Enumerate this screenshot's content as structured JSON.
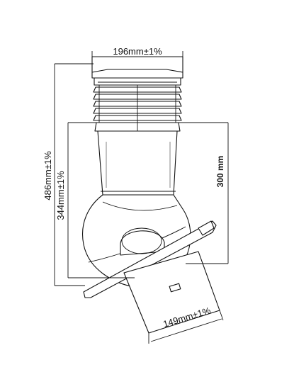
{
  "dimensions": {
    "top_width": "196mm±1%",
    "total_height": "486mm±1%",
    "lower_height": "344mm±1%",
    "pipe_height": "300 mm",
    "outlet_width": "149mm±1%"
  },
  "colors": {
    "line": "#111111",
    "background": "#ffffff"
  }
}
